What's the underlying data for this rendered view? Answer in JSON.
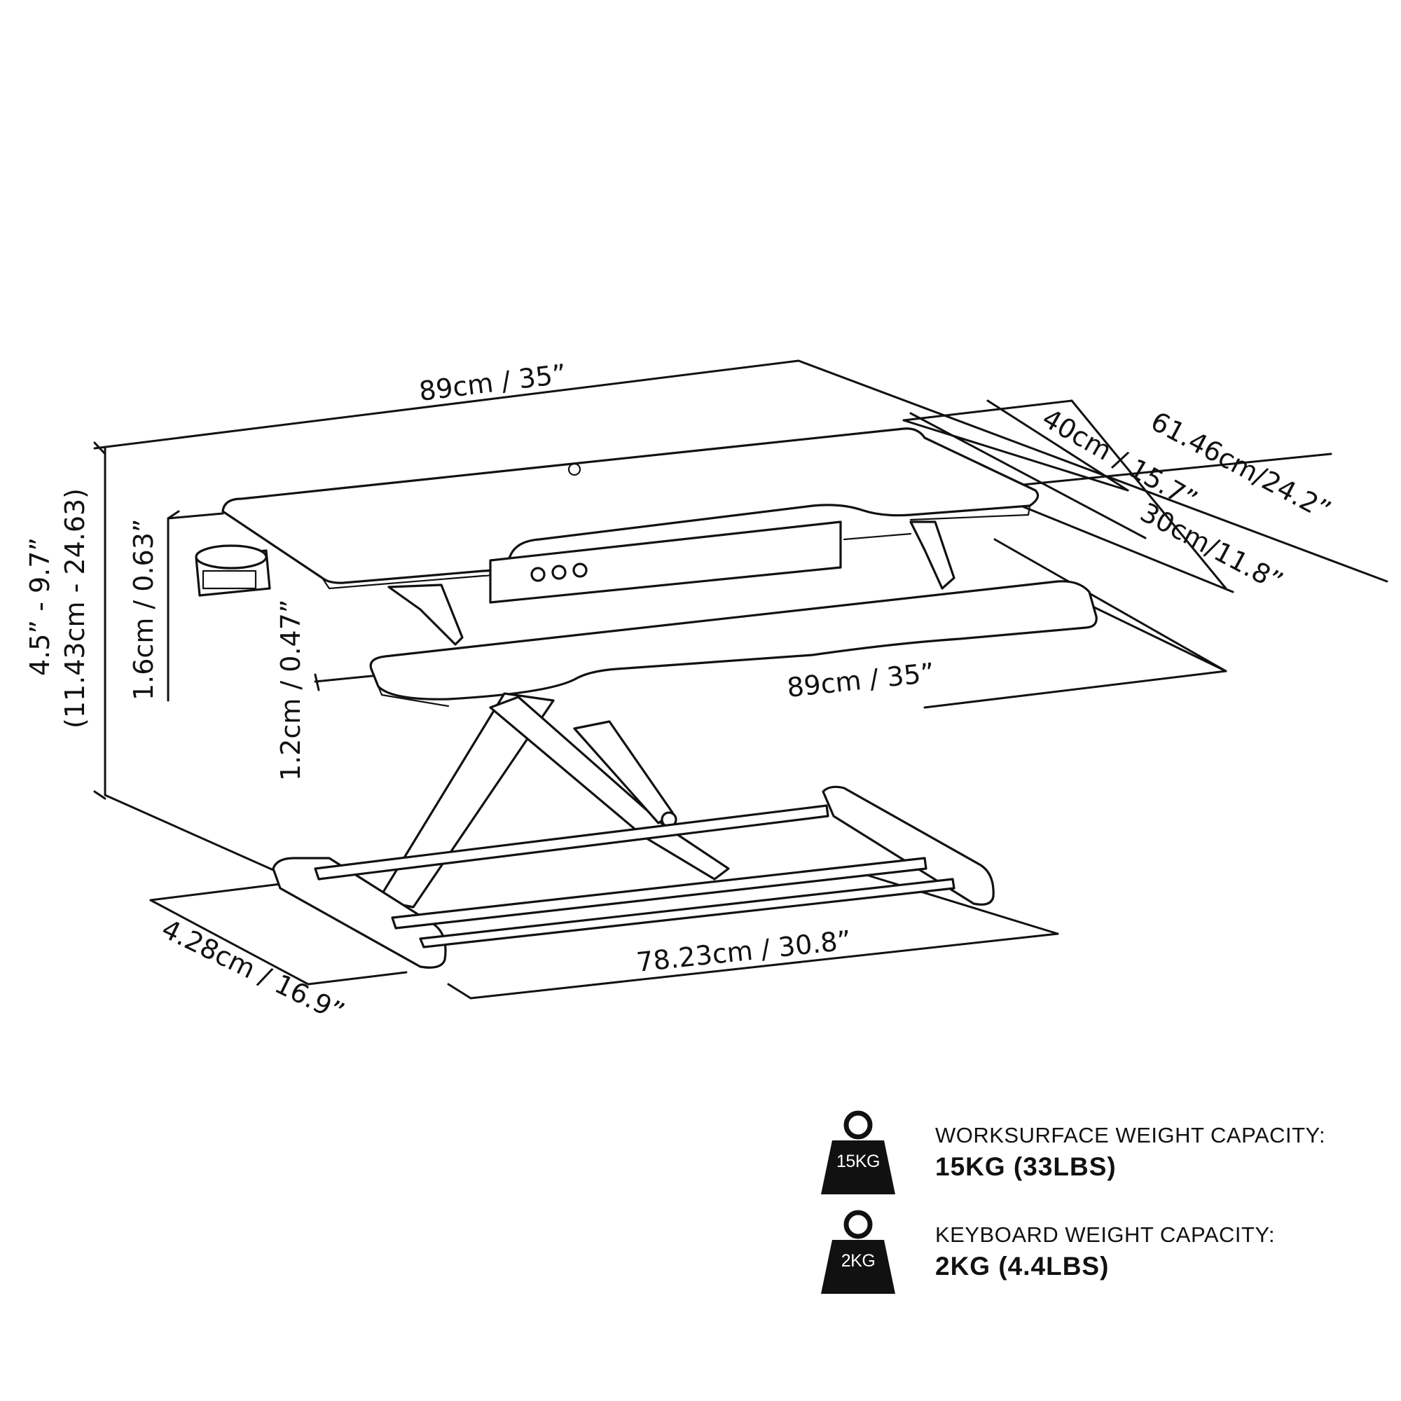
{
  "dimensions": {
    "top_width": "89cm / 35”",
    "depth_worksurface": "40cm / 15.7”",
    "depth_total": "61.46cm/24.2”",
    "depth_keyboard": "30cm/11.8”",
    "keyboard_width": "89cm / 35”",
    "base_width": "78.23cm / 30.8”",
    "base_depth": "4.28cm / 16.9”",
    "height_range_in": "4.5” - 9.7”",
    "height_range_cm": "(11.43cm - 24.63)",
    "worksurface_thickness": "1.6cm / 0.63”",
    "keyboard_thickness": "1.2cm / 0.47”"
  },
  "capacities": [
    {
      "icon": "weight-icon",
      "badge": "15KG",
      "title": "WORKSURFACE WEIGHT CAPACITY:",
      "value": "15KG (33LBS)"
    },
    {
      "icon": "weight-icon",
      "badge": "2KG",
      "title": "KEYBOARD WEIGHT CAPACITY:",
      "value": "2KG (4.4LBS)"
    }
  ]
}
